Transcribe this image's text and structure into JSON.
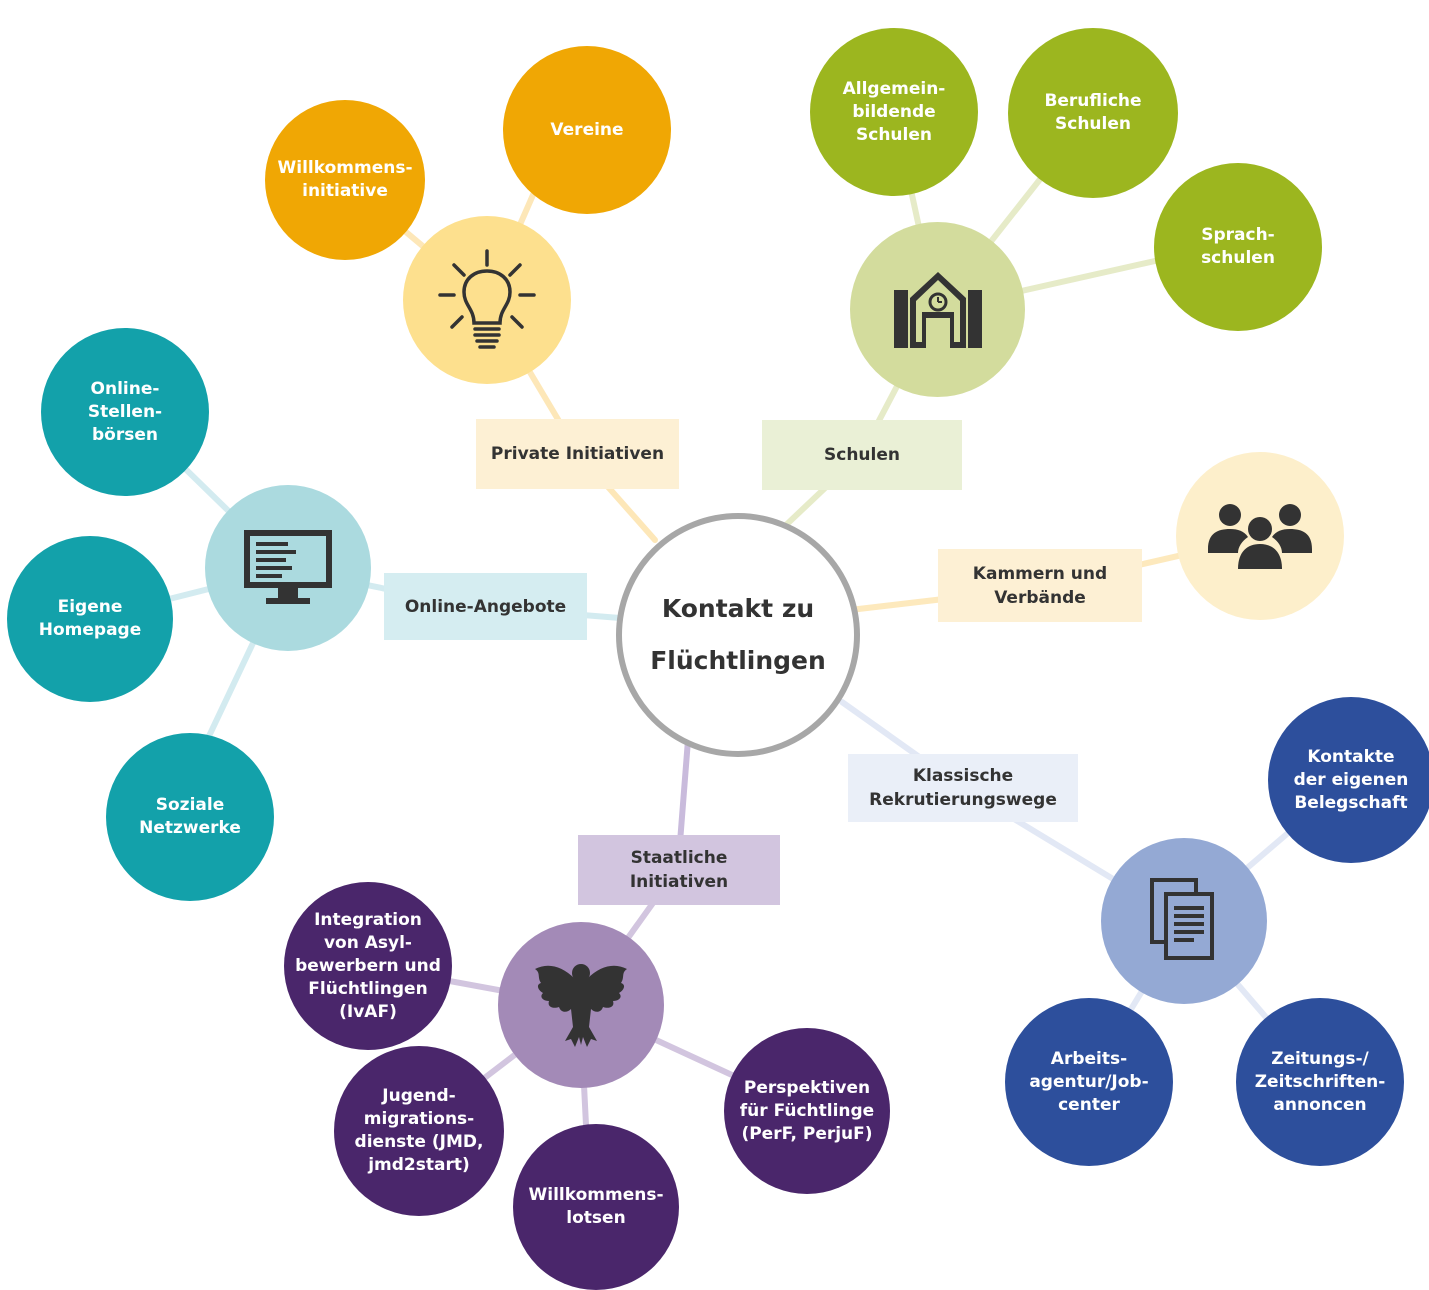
{
  "center": {
    "title": "Kontakt zu\nFlüchtlingen"
  },
  "branches": {
    "private": {
      "label": "Private Initiativen",
      "icon": "lightbulb-icon",
      "color_hub": "#fde08e",
      "color_leaf": "#f0a704",
      "color_label": "#fdf0d4",
      "leaves": [
        "Willkommens-\ninitiative",
        "Vereine"
      ]
    },
    "schulen": {
      "label": "Schulen",
      "icon": "school-building-icon",
      "color_hub": "#d3dc9d",
      "color_leaf": "#9cb61f",
      "color_label": "#eaf0d6",
      "leaves": [
        "Allgemein-\nbildende\nSchulen",
        "Berufliche\nSchulen",
        "Sprach-\nschulen"
      ]
    },
    "kammern": {
      "label": "Kammern und\nVerbände",
      "icon": "people-group-icon",
      "color_hub": "#fdefcb",
      "color_label": "#fdf0d4"
    },
    "online": {
      "label": "Online-Angebote",
      "icon": "monitor-icon",
      "color_hub": "#abdadf",
      "color_leaf": "#13a1aa",
      "color_label": "#d5edf1",
      "leaves": [
        "Online-\nStellen-\nbörsen",
        "Eigene\nHomepage",
        "Soziale\nNetzwerke"
      ]
    },
    "klassisch": {
      "label": "Klassische\nRekrutierungswege",
      "icon": "documents-icon",
      "color_hub": "#94a9d4",
      "color_leaf": "#2d4f9c",
      "color_label": "#eaeff8",
      "leaves": [
        "Kontakte\nder eigenen\nBelegschaft",
        "Arbeits-\nagentur/Job-\ncenter",
        "Zeitungs-/\nZeitschriften-\nannoncen"
      ]
    },
    "staatlich": {
      "label": "Staatliche\nInitiativen",
      "icon": "federal-eagle-icon",
      "color_hub": "#a38ab7",
      "color_leaf": "#4a266b",
      "color_label": "#d2c5df",
      "leaves": [
        "Integration\nvon Asyl-\nbewerbern und\nFlüchtlingen\n(IvAF)",
        "Perspektiven\nfür Füchtlinge\n(PerF, PerjuF)",
        "Jugend-\nmigrations-\ndienste (JMD,\njmd2start)",
        "Willkommens-\nlotsen"
      ]
    }
  }
}
